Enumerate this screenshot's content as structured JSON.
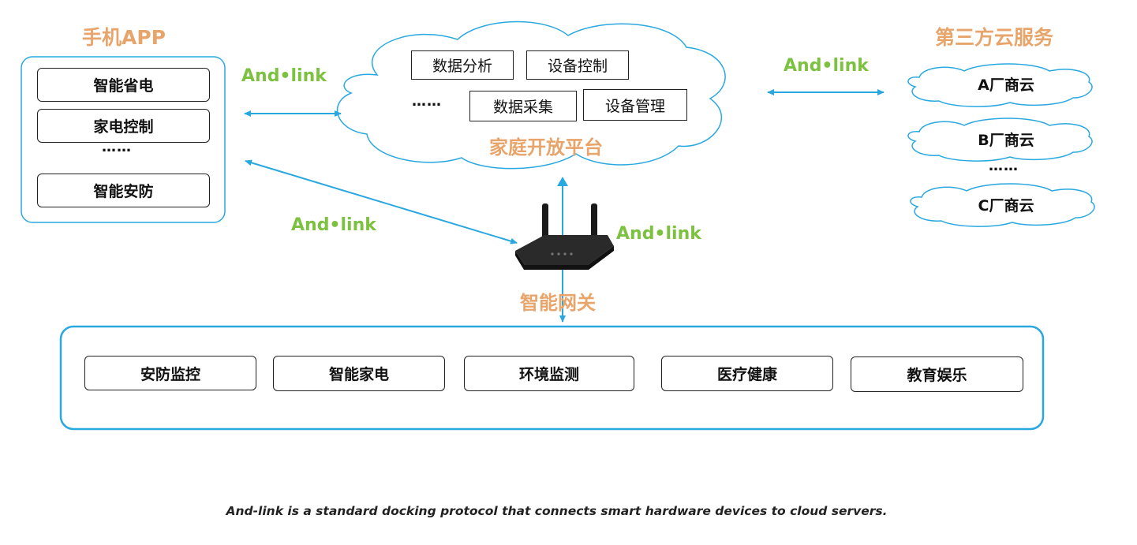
{
  "phone_app": {
    "title": "手机APP",
    "items": [
      "智能省电",
      "家电控制",
      "智能安防"
    ],
    "ellipsis": "……"
  },
  "platform": {
    "title": "家庭开放平台",
    "modules": [
      "数据分析",
      "设备控制",
      "数据采集",
      "设备管理"
    ],
    "ellipsis": "……"
  },
  "third_party": {
    "title": "第三方云服务",
    "clouds": [
      "A厂商云",
      "B厂商云",
      "C厂商云"
    ],
    "ellipsis": "……"
  },
  "gateway": {
    "title": "智能网关"
  },
  "links": {
    "app_platform": "And•link",
    "platform_cloud": "And•link",
    "app_gateway": "And•link",
    "gateway_platform": "And•link"
  },
  "devices": [
    "安防监控",
    "智能家电",
    "环境监测",
    "医疗健康",
    "教育娱乐"
  ],
  "caption": "And-link is a standard docking protocol that connects smart hardware devices to cloud servers.",
  "colors": {
    "accent_blue": "#29a8e0",
    "title_orange": "#e8a56b",
    "link_green": "#7cc240"
  }
}
